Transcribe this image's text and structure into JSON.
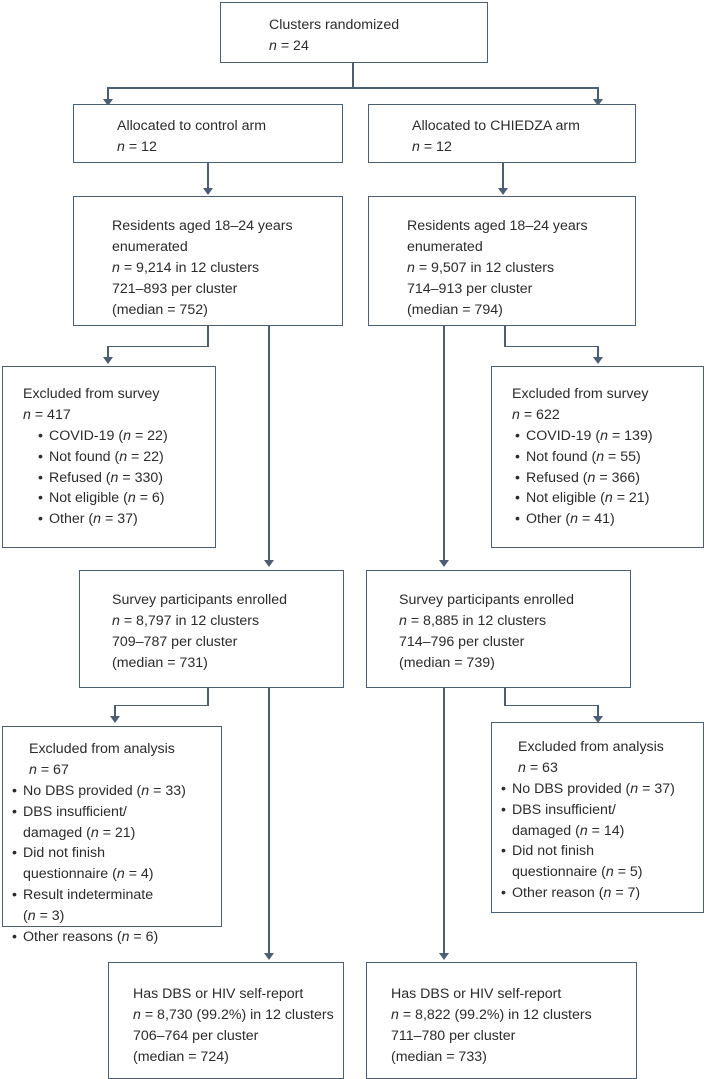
{
  "diagram": {
    "type": "consort-flow-diagram",
    "accent_color": "#4a5e75",
    "text_color": "#2b2b2b",
    "background": "#ffffff"
  },
  "nodes": {
    "randomized": {
      "line1": "Clusters randomized",
      "line2_label": "n",
      "line2_value": " = 24"
    },
    "control_alloc": {
      "line1": "Allocated to control arm",
      "line2_label": "n",
      "line2_value": " = 12"
    },
    "chiedza_alloc": {
      "line1": "Allocated to CHIEDZA arm",
      "line2_label": "n",
      "line2_value": " = 12"
    },
    "control_enumerated": {
      "line1": "Residents aged 18–24 years",
      "line2": "enumerated",
      "line3_label": "n",
      "line3_value": " = 9,214 in 12 clusters",
      "line4": "721–893 per cluster",
      "line5": "(median = 752)"
    },
    "chiedza_enumerated": {
      "line1": "Residents aged 18–24 years",
      "line2": "enumerated",
      "line3_label": "n",
      "line3_value": " = 9,507 in 12 clusters",
      "line4": "714–913 per cluster",
      "line5": "(median = 794)"
    },
    "control_excluded_survey": {
      "title": "Excluded from survey",
      "n_label": "n",
      "n_value": " = 417",
      "items": [
        {
          "text": "COVID-19 (",
          "n": "n",
          "rest": " = 22)"
        },
        {
          "text": "Not found (",
          "n": "n",
          "rest": " = 22)"
        },
        {
          "text": "Refused (",
          "n": "n",
          "rest": " = 330)"
        },
        {
          "text": "Not eligible (",
          "n": "n",
          "rest": " = 6)"
        },
        {
          "text": "Other (",
          "n": "n",
          "rest": " = 37)"
        }
      ]
    },
    "chiedza_excluded_survey": {
      "title": "Excluded from survey",
      "n_label": "n",
      "n_value": " = 622",
      "items": [
        {
          "text": "COVID-19 (",
          "n": "n",
          "rest": " = 139)"
        },
        {
          "text": "Not found (",
          "n": "n",
          "rest": " = 55)"
        },
        {
          "text": "Refused (",
          "n": "n",
          "rest": " = 366)"
        },
        {
          "text": "Not eligible (",
          "n": "n",
          "rest": " = 21)"
        },
        {
          "text": "Other (",
          "n": "n",
          "rest": " = 41)"
        }
      ]
    },
    "control_enrolled": {
      "line1": "Survey participants enrolled",
      "line2_label": "n",
      "line2_value": " = 8,797 in 12 clusters",
      "line3": "709–787 per cluster",
      "line4": "(median = 731)"
    },
    "chiedza_enrolled": {
      "line1": "Survey participants enrolled",
      "line2_label": "n",
      "line2_value": " = 8,885 in 12 clusters",
      "line3": "714–796 per cluster",
      "line4": "(median = 739)"
    },
    "control_excluded_analysis": {
      "title": "Excluded from analysis",
      "n_label": "n",
      "n_value": " = 67",
      "items": [
        {
          "text": "No DBS provided (",
          "n": "n",
          "rest": " = 33)"
        },
        {
          "text": "DBS insufficient/",
          "n": "",
          "rest": ""
        },
        {
          "cont": true,
          "text": "damaged (",
          "n": "n",
          "rest": " = 21)"
        },
        {
          "text": "Did not finish",
          "n": "",
          "rest": ""
        },
        {
          "cont": true,
          "text": "questionnaire (",
          "n": "n",
          "rest": " = 4)"
        },
        {
          "text": "Result indeterminate",
          "n": "",
          "rest": ""
        },
        {
          "cont": true,
          "text": "(",
          "n": "n",
          "rest": " = 3)"
        },
        {
          "text": "Other reasons (",
          "n": "n",
          "rest": " = 6)"
        }
      ]
    },
    "chiedza_excluded_analysis": {
      "title": "Excluded from analysis",
      "n_label": "n",
      "n_value": " = 63",
      "items": [
        {
          "text": "No DBS provided (",
          "n": "n",
          "rest": " = 37)"
        },
        {
          "text": "DBS insufficient/",
          "n": "",
          "rest": ""
        },
        {
          "cont": true,
          "text": "damaged (",
          "n": "n",
          "rest": " = 14)"
        },
        {
          "text": "Did not finish",
          "n": "",
          "rest": ""
        },
        {
          "cont": true,
          "text": "questionnaire (",
          "n": "n",
          "rest": " = 5)"
        },
        {
          "text": "Other reason (",
          "n": "n",
          "rest": " = 7)"
        }
      ]
    },
    "control_final": {
      "line1": "Has DBS or HIV self-report",
      "line2_label": "n",
      "line2_value": " = 8,730 (99.2%) in 12 clusters",
      "line3": "706–764 per cluster",
      "line4": "(median = 724)"
    },
    "chiedza_final": {
      "line1": "Has DBS or HIV self-report",
      "line2_label": "n",
      "line2_value": " = 8,822 (99.2%) in 12 clusters",
      "line3": "711–780 per cluster",
      "line4": "(median = 733)"
    }
  }
}
